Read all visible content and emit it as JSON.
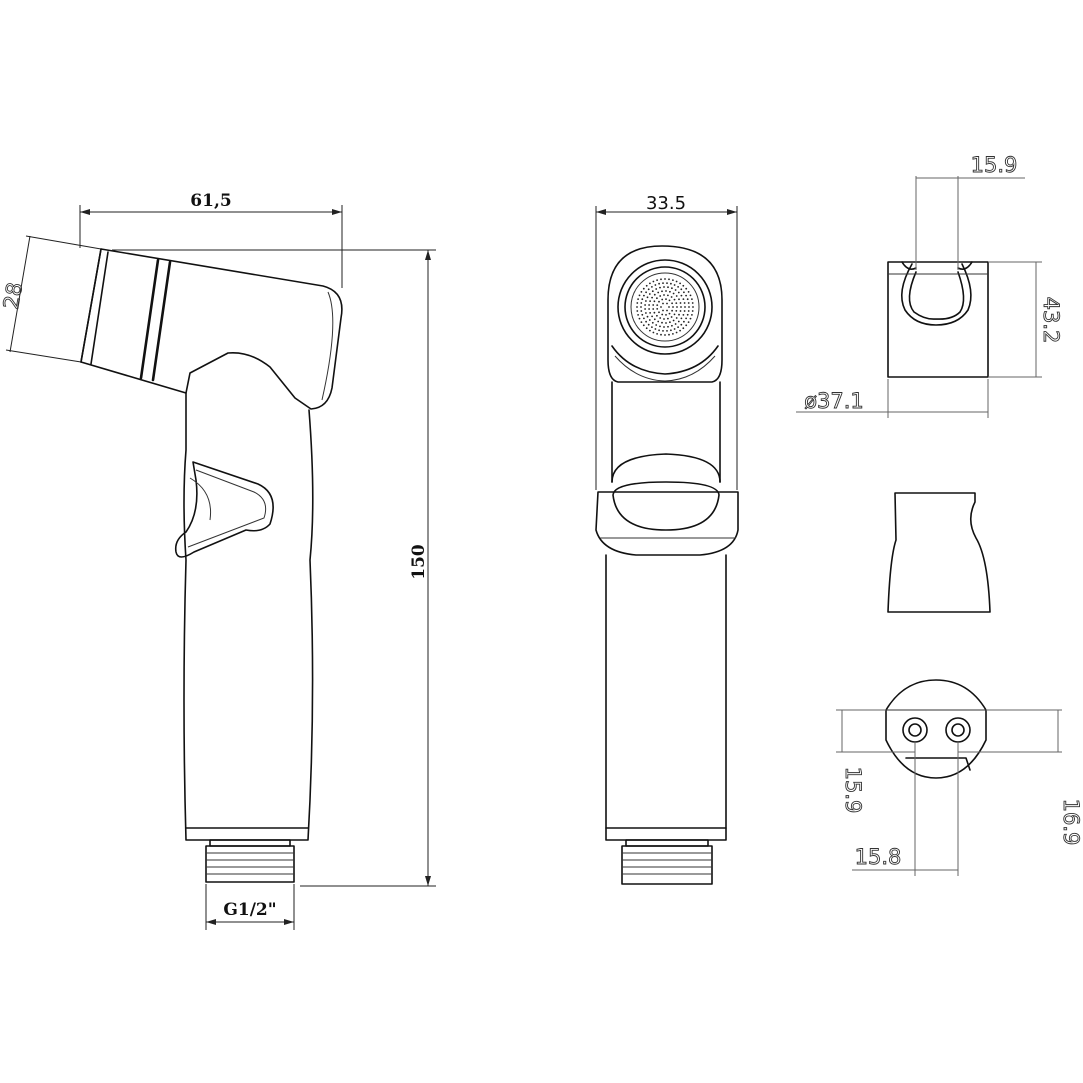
{
  "side_view": {
    "width_dim": "61,5",
    "head_dim": "28",
    "height_dim": "150",
    "thread_dim": "G1/2\""
  },
  "front_view": {
    "width_dim": "33.5"
  },
  "holder_front": {
    "slot_dim": "15.9",
    "height_dim": "43.2",
    "diameter_dim": "ø37.1"
  },
  "holder_base": {
    "left_dim": "15.9",
    "right_dim": "16.9",
    "bottom_dim": "15.8"
  }
}
